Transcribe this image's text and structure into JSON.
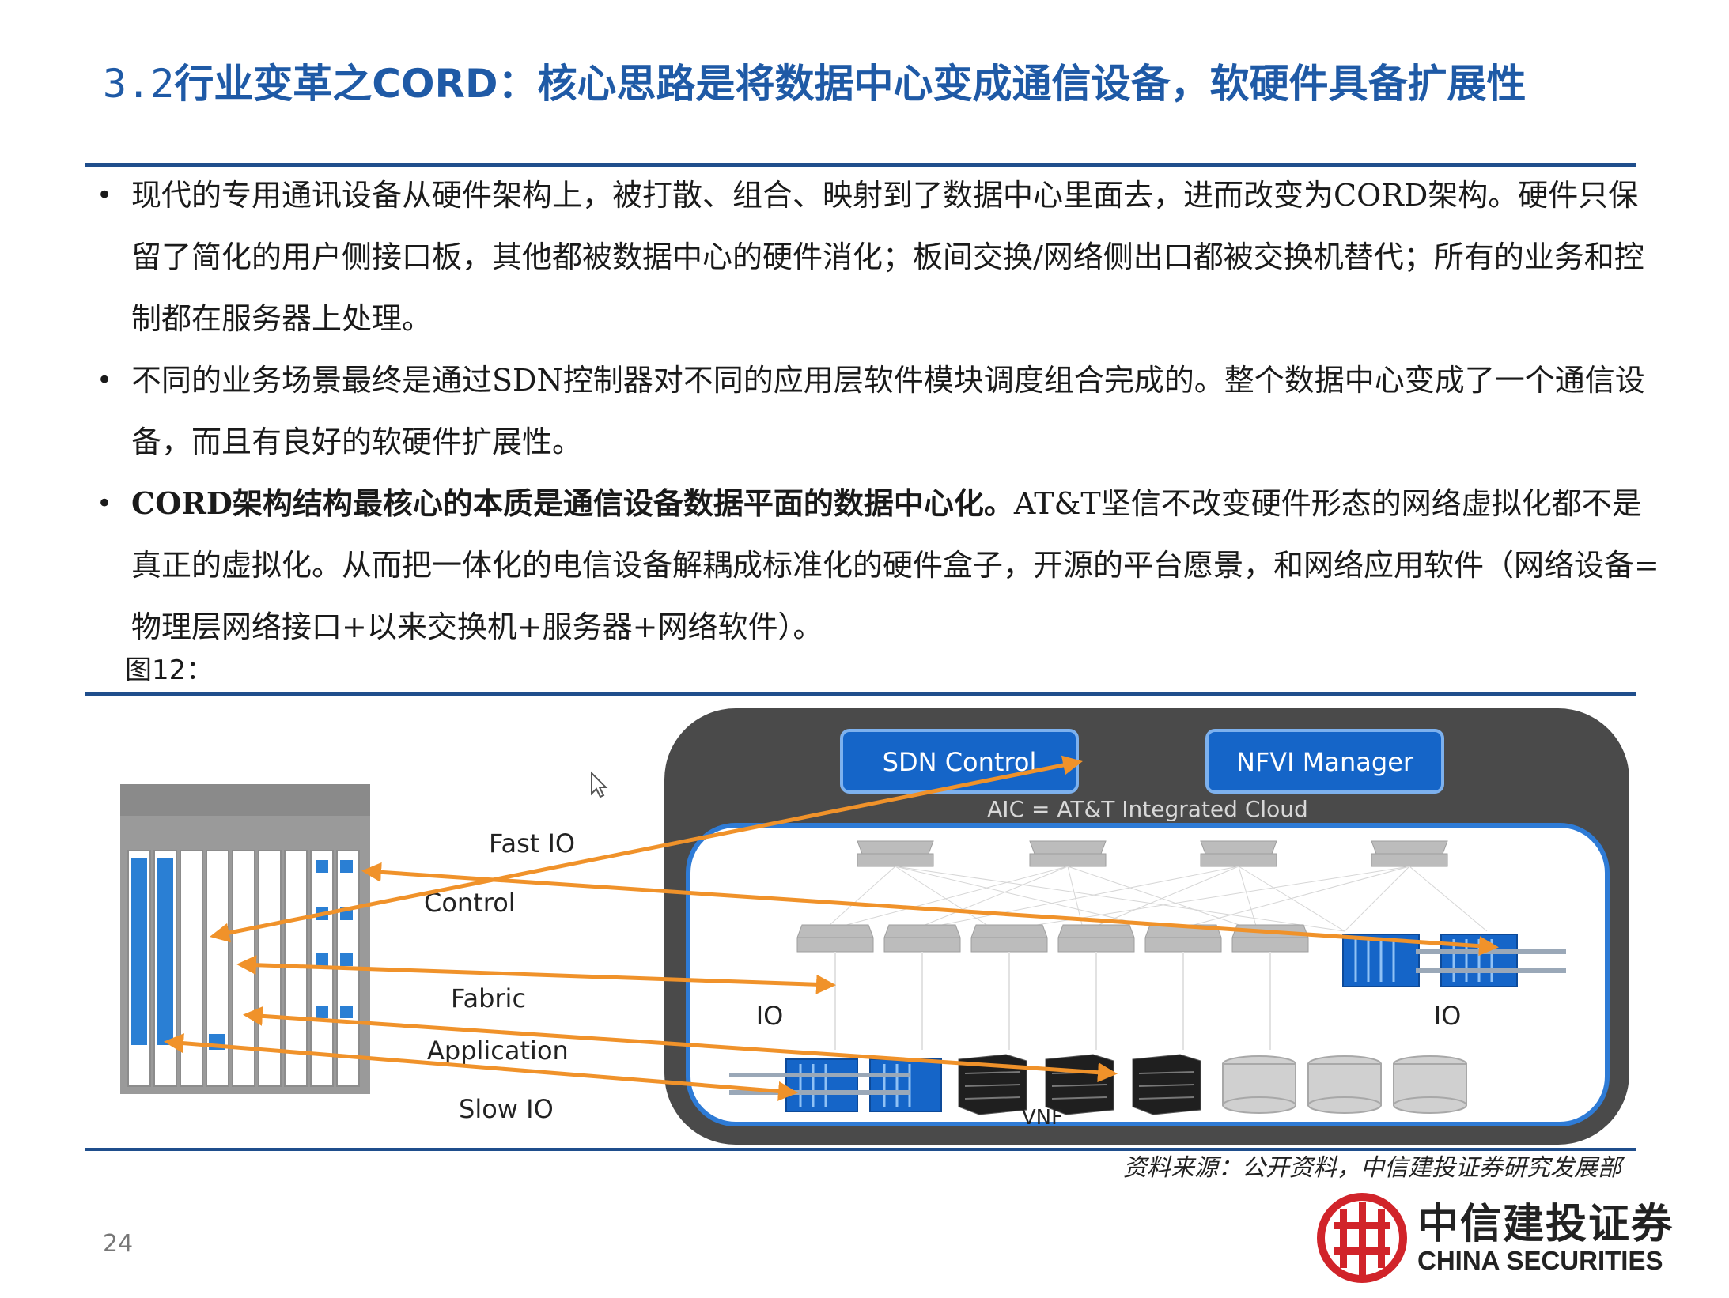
{
  "title": {
    "number": "3.2",
    "text": "行业变革之CORD：核心思路是将数据中心变成通信设备，软硬件具备扩展性"
  },
  "bullets": [
    {
      "bold": "",
      "text": "现代的专用通讯设备从硬件架构上，被打散、组合、映射到了数据中心里面去，进而改变为CORD架构。硬件只保留了简化的用户侧接口板，其他都被数据中心的硬件消化；板间交换/网络侧出口都被交换机替代；所有的业务和控制都在服务器上处理。"
    },
    {
      "bold": "",
      "text": "不同的业务场景最终是通过SDN控制器对不同的应用层软件模块调度组合完成的。整个数据中心变成了一个通信设备，而且有良好的软硬件扩展性。"
    },
    {
      "bold": "CORD架构结构最核心的本质是通信设备数据平面的数据中心化。",
      "text": "AT&T坚信不改变硬件形态的网络虚拟化都不是真正的虚拟化。从而把一体化的电信设备解耦成标准化的硬件盒子，开源的平台愿景，和网络应用软件（网络设备=物理层网络接口+以来交换机+服务器+网络软件）。"
    }
  ],
  "figure_label": "图12：",
  "diagram": {
    "sdn_control": "SDN Control",
    "nfvi_manager": "NFVI Manager",
    "aic": "AIC = AT&T Integrated Cloud",
    "fast_io": "Fast IO",
    "control": "Control",
    "fabric": "Fabric",
    "application": "Application",
    "slow_io": "Slow IO",
    "io_left": "IO",
    "io_right": "IO",
    "vnf": "VNF",
    "colors": {
      "cloud_bg": "#4a4a4a",
      "cloud_inner": "#ffffff",
      "inner_border": "#2e7bd6",
      "box_blue": "#1565c8",
      "arrow_orange": "#f0922a",
      "chassis_grey": "#9a9a9a"
    }
  },
  "source": "资料来源：公开资料，中信建投证券研究发展部",
  "page_number": "24",
  "logo": {
    "cn": "中信建投证券",
    "en": "CHINA SECURITIES",
    "color": "#d1242a"
  }
}
